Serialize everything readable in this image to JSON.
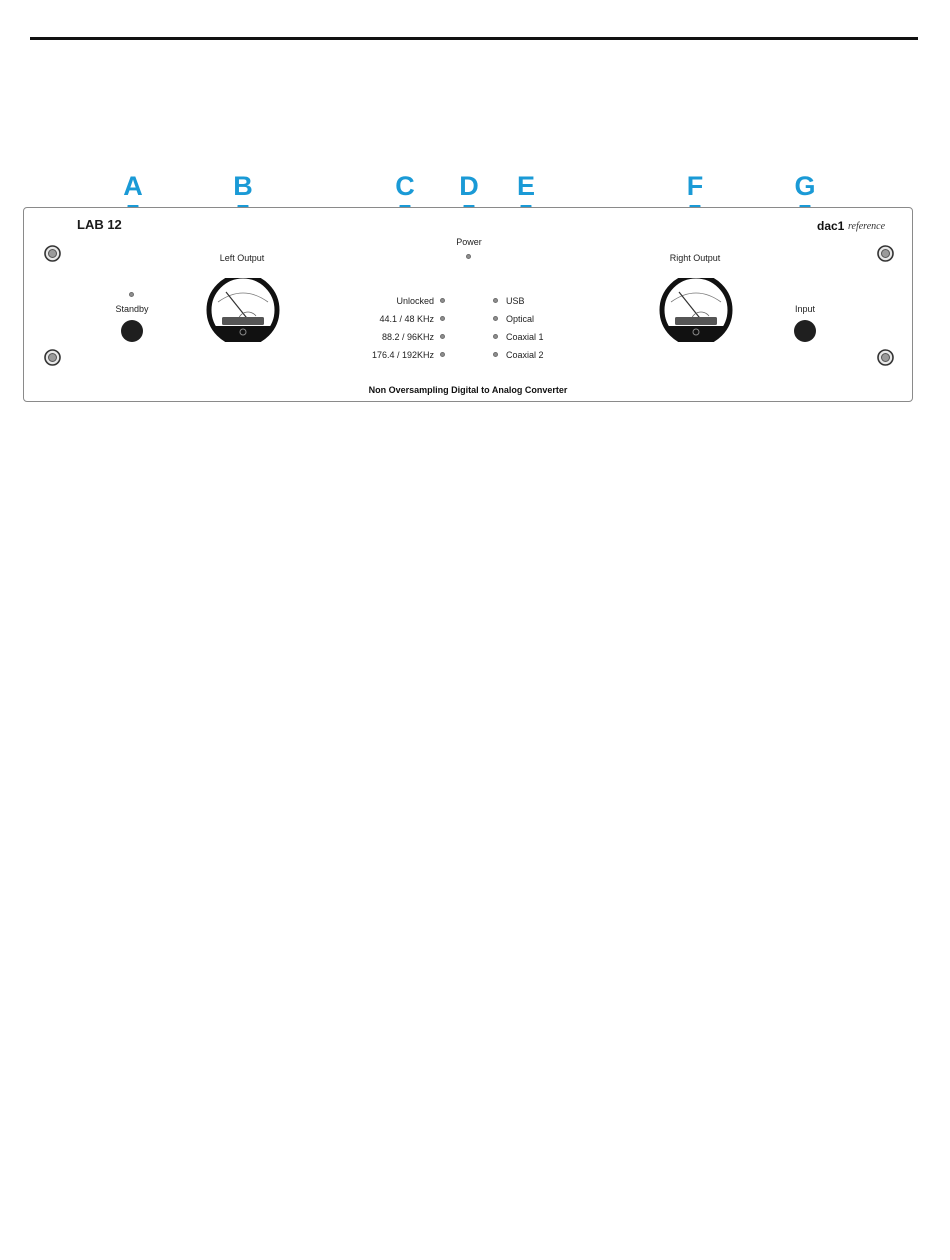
{
  "callouts": [
    {
      "letter": "A"
    },
    {
      "letter": "B"
    },
    {
      "letter": "C"
    },
    {
      "letter": "D"
    },
    {
      "letter": "E"
    },
    {
      "letter": "F"
    },
    {
      "letter": "G"
    }
  ],
  "panel": {
    "brand": "LAB 12",
    "model": "dac1",
    "model_sub": "reference",
    "standby_label": "Standby",
    "left_meter_label": "Left Output",
    "right_meter_label": "Right Output",
    "power_label": "Power",
    "input_label": "Input",
    "lock_indicators": [
      "Unlocked",
      "44.1 / 48 KHz",
      "88.2 / 96KHz",
      "176.4 / 192KHz"
    ],
    "input_indicators": [
      "USB",
      "Optical",
      "Coaxial 1",
      "Coaxial 2"
    ],
    "footer": "Non Oversampling Digital to Analog Converter"
  },
  "colors": {
    "callout": "#1a9ad6",
    "led": "#8f8f8f",
    "knob": "#1f1f1f"
  },
  "icons": {
    "callout_arrow": "down-arrow-icon",
    "screw": "screw-icon",
    "meter": "vu-meter-icon"
  }
}
